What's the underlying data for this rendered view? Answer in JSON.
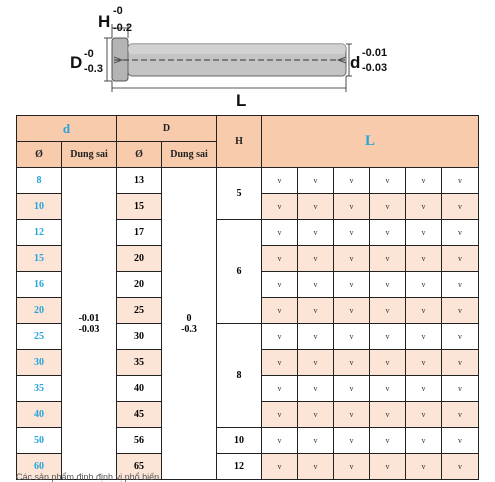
{
  "drawing": {
    "h_label": "H",
    "h_upper": "-0",
    "h_lower": "-0.2",
    "D_label": "D",
    "D_upper": "-0",
    "D_lower": "-0.3",
    "d_label": "d",
    "d_upper": "-0.01",
    "d_lower": "-0.03",
    "L_label": "L"
  },
  "table": {
    "header": {
      "d": "d",
      "D": "D",
      "H": "H",
      "L": "L",
      "phi": "Ø",
      "tol": "Dung sai"
    },
    "d_tolerance": [
      "-0.01",
      "-0.03"
    ],
    "D_tolerance": [
      "0",
      "-0.3"
    ],
    "rows": [
      {
        "d": "8",
        "D": "13"
      },
      {
        "d": "10",
        "D": "15"
      },
      {
        "d": "12",
        "D": "17"
      },
      {
        "d": "15",
        "D": "20"
      },
      {
        "d": "16",
        "D": "20"
      },
      {
        "d": "20",
        "D": "25"
      },
      {
        "d": "25",
        "D": "30"
      },
      {
        "d": "30",
        "D": "35"
      },
      {
        "d": "35",
        "D": "40"
      },
      {
        "d": "40",
        "D": "45"
      },
      {
        "d": "50",
        "D": "56"
      },
      {
        "d": "60",
        "D": "65"
      }
    ],
    "h_groups": [
      "5",
      "6",
      "8",
      "10",
      "12"
    ],
    "check_mark": "v"
  },
  "footer": "Các sản phẩm đinh định vị phổ biến"
}
